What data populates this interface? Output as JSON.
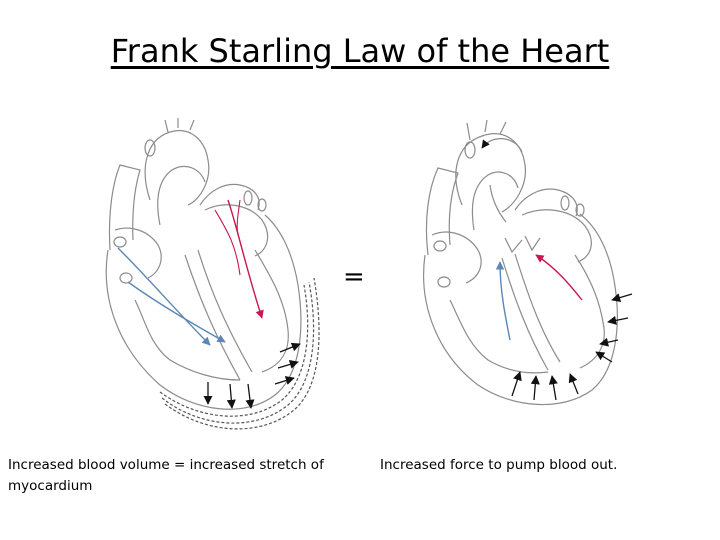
{
  "title": "Frank Starling Law of the Heart",
  "equals_sign": "=",
  "captions": {
    "left": "Increased blood volume = increased stretch of myocardium",
    "right": "Increased force to pump blood out."
  },
  "colors": {
    "outline": "#8c8c8c",
    "blue_arrow": "#5b86b5",
    "red_arrow": "#c9174f",
    "force_arrow": "#111111"
  }
}
